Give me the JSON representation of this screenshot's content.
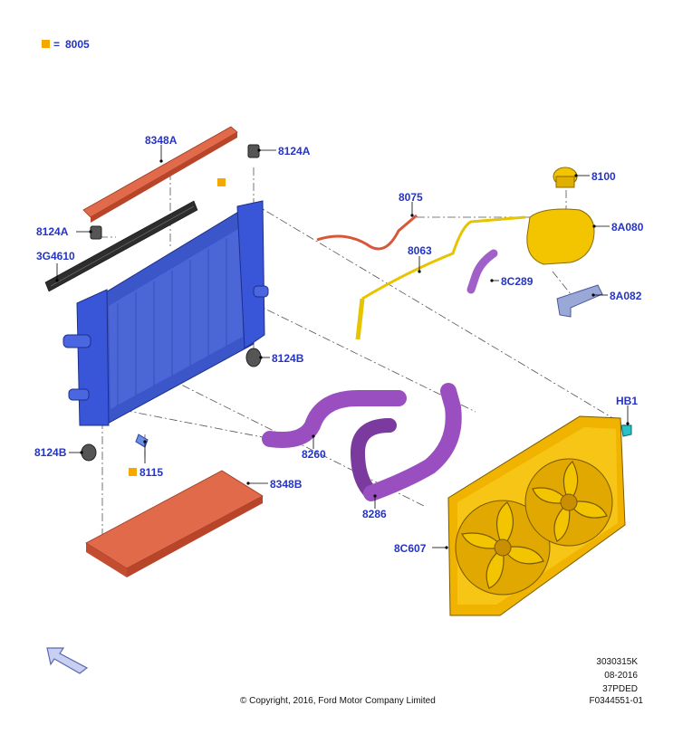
{
  "legend": {
    "equals": "=",
    "code": "8005",
    "color": "#f5a800"
  },
  "callouts": {
    "c8348A_top": "8348A",
    "c8124A_top": "8124A",
    "c8124A_left": "8124A",
    "c3G4610": "3G4610",
    "c8075": "8075",
    "c8100": "8100",
    "c8A080": "8A080",
    "c8063": "8063",
    "c8C289": "8C289",
    "c8A082": "8A082",
    "c8124B_right": "8124B",
    "c8124B_left": "8124B",
    "c8115": "8115",
    "c8260": "8260",
    "cHB1": "HB1",
    "c8348B": "8348B",
    "c8286": "8286",
    "c8C607": "8C607"
  },
  "footer": {
    "code": "3030315K",
    "date": "08-2016",
    "model": "37PDED",
    "copyright": "© Copyright, 2016, Ford Motor Company Limited",
    "figure": "F0344551-01"
  },
  "colors": {
    "label": "#2433c8",
    "radiator": "#3a56c8",
    "deflector": "#e06a4a",
    "seal": "#333333",
    "hose": "#9a4fc0",
    "fan": "#f0b400",
    "tank": "#f3c400",
    "bracket": "#9aa8d8"
  }
}
